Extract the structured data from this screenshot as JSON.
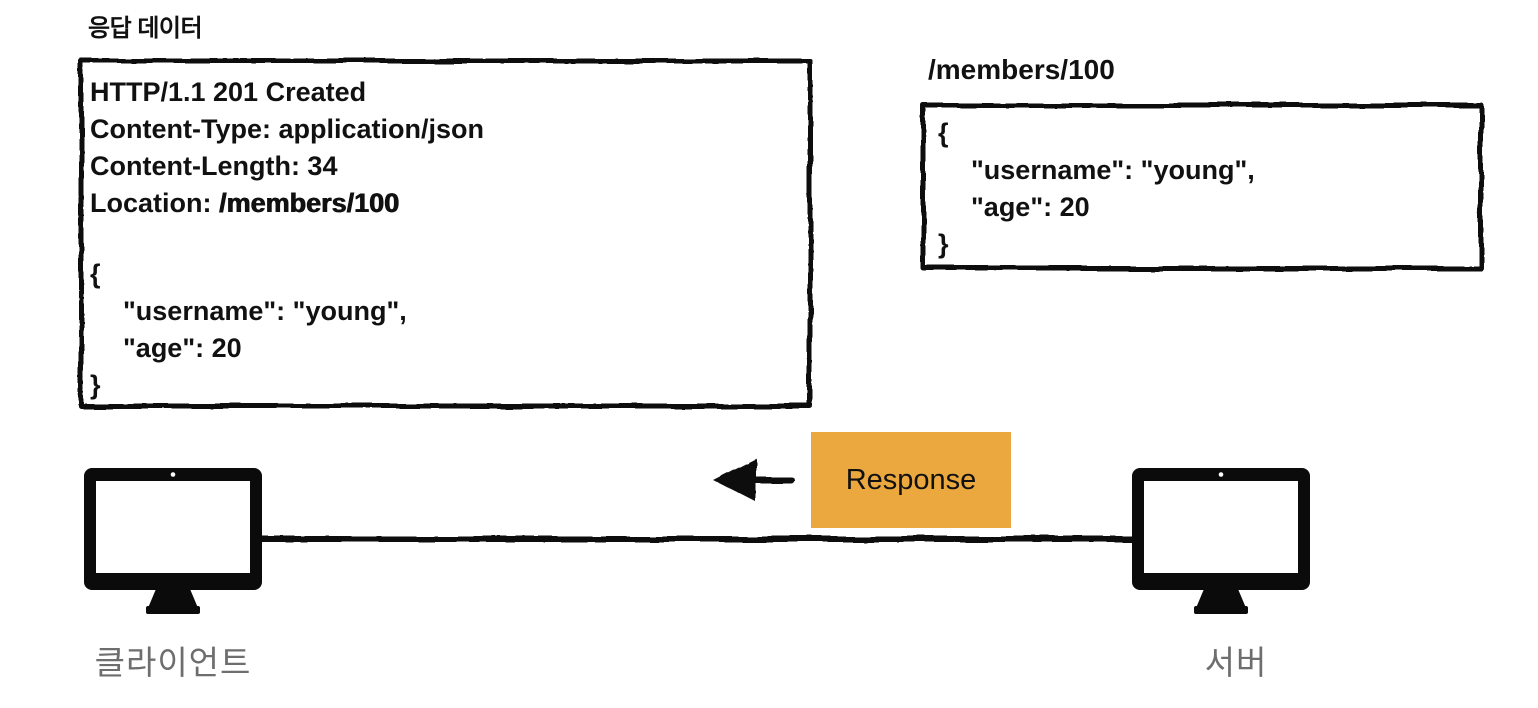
{
  "http_response": {
    "title": "응답 데이터",
    "status_line": "HTTP/1.1 201 Created",
    "content_type": "Content-Type: application/json",
    "content_length": "Content-Length: 34",
    "location_label": "Location: ",
    "location_value": "/members/100",
    "body": {
      "open": "{",
      "username": "\"username\": \"young\",",
      "age": "\"age\": 20",
      "close": "}"
    }
  },
  "resource": {
    "path": "/members/100",
    "body": {
      "open": "{",
      "username": "\"username\": \"young\",",
      "age": "\"age\": 20",
      "close": "}"
    }
  },
  "transfer": {
    "message_label": "Response",
    "client_label": "클라이언트",
    "server_label": "서버"
  },
  "icons": {
    "client": "desktop-computer-icon",
    "server": "desktop-computer-icon",
    "arrow": "left-arrow-icon"
  },
  "colors": {
    "message_bg": "#EBA83F",
    "ink": "#111111",
    "node_label_gray": "#6E6E6E"
  }
}
